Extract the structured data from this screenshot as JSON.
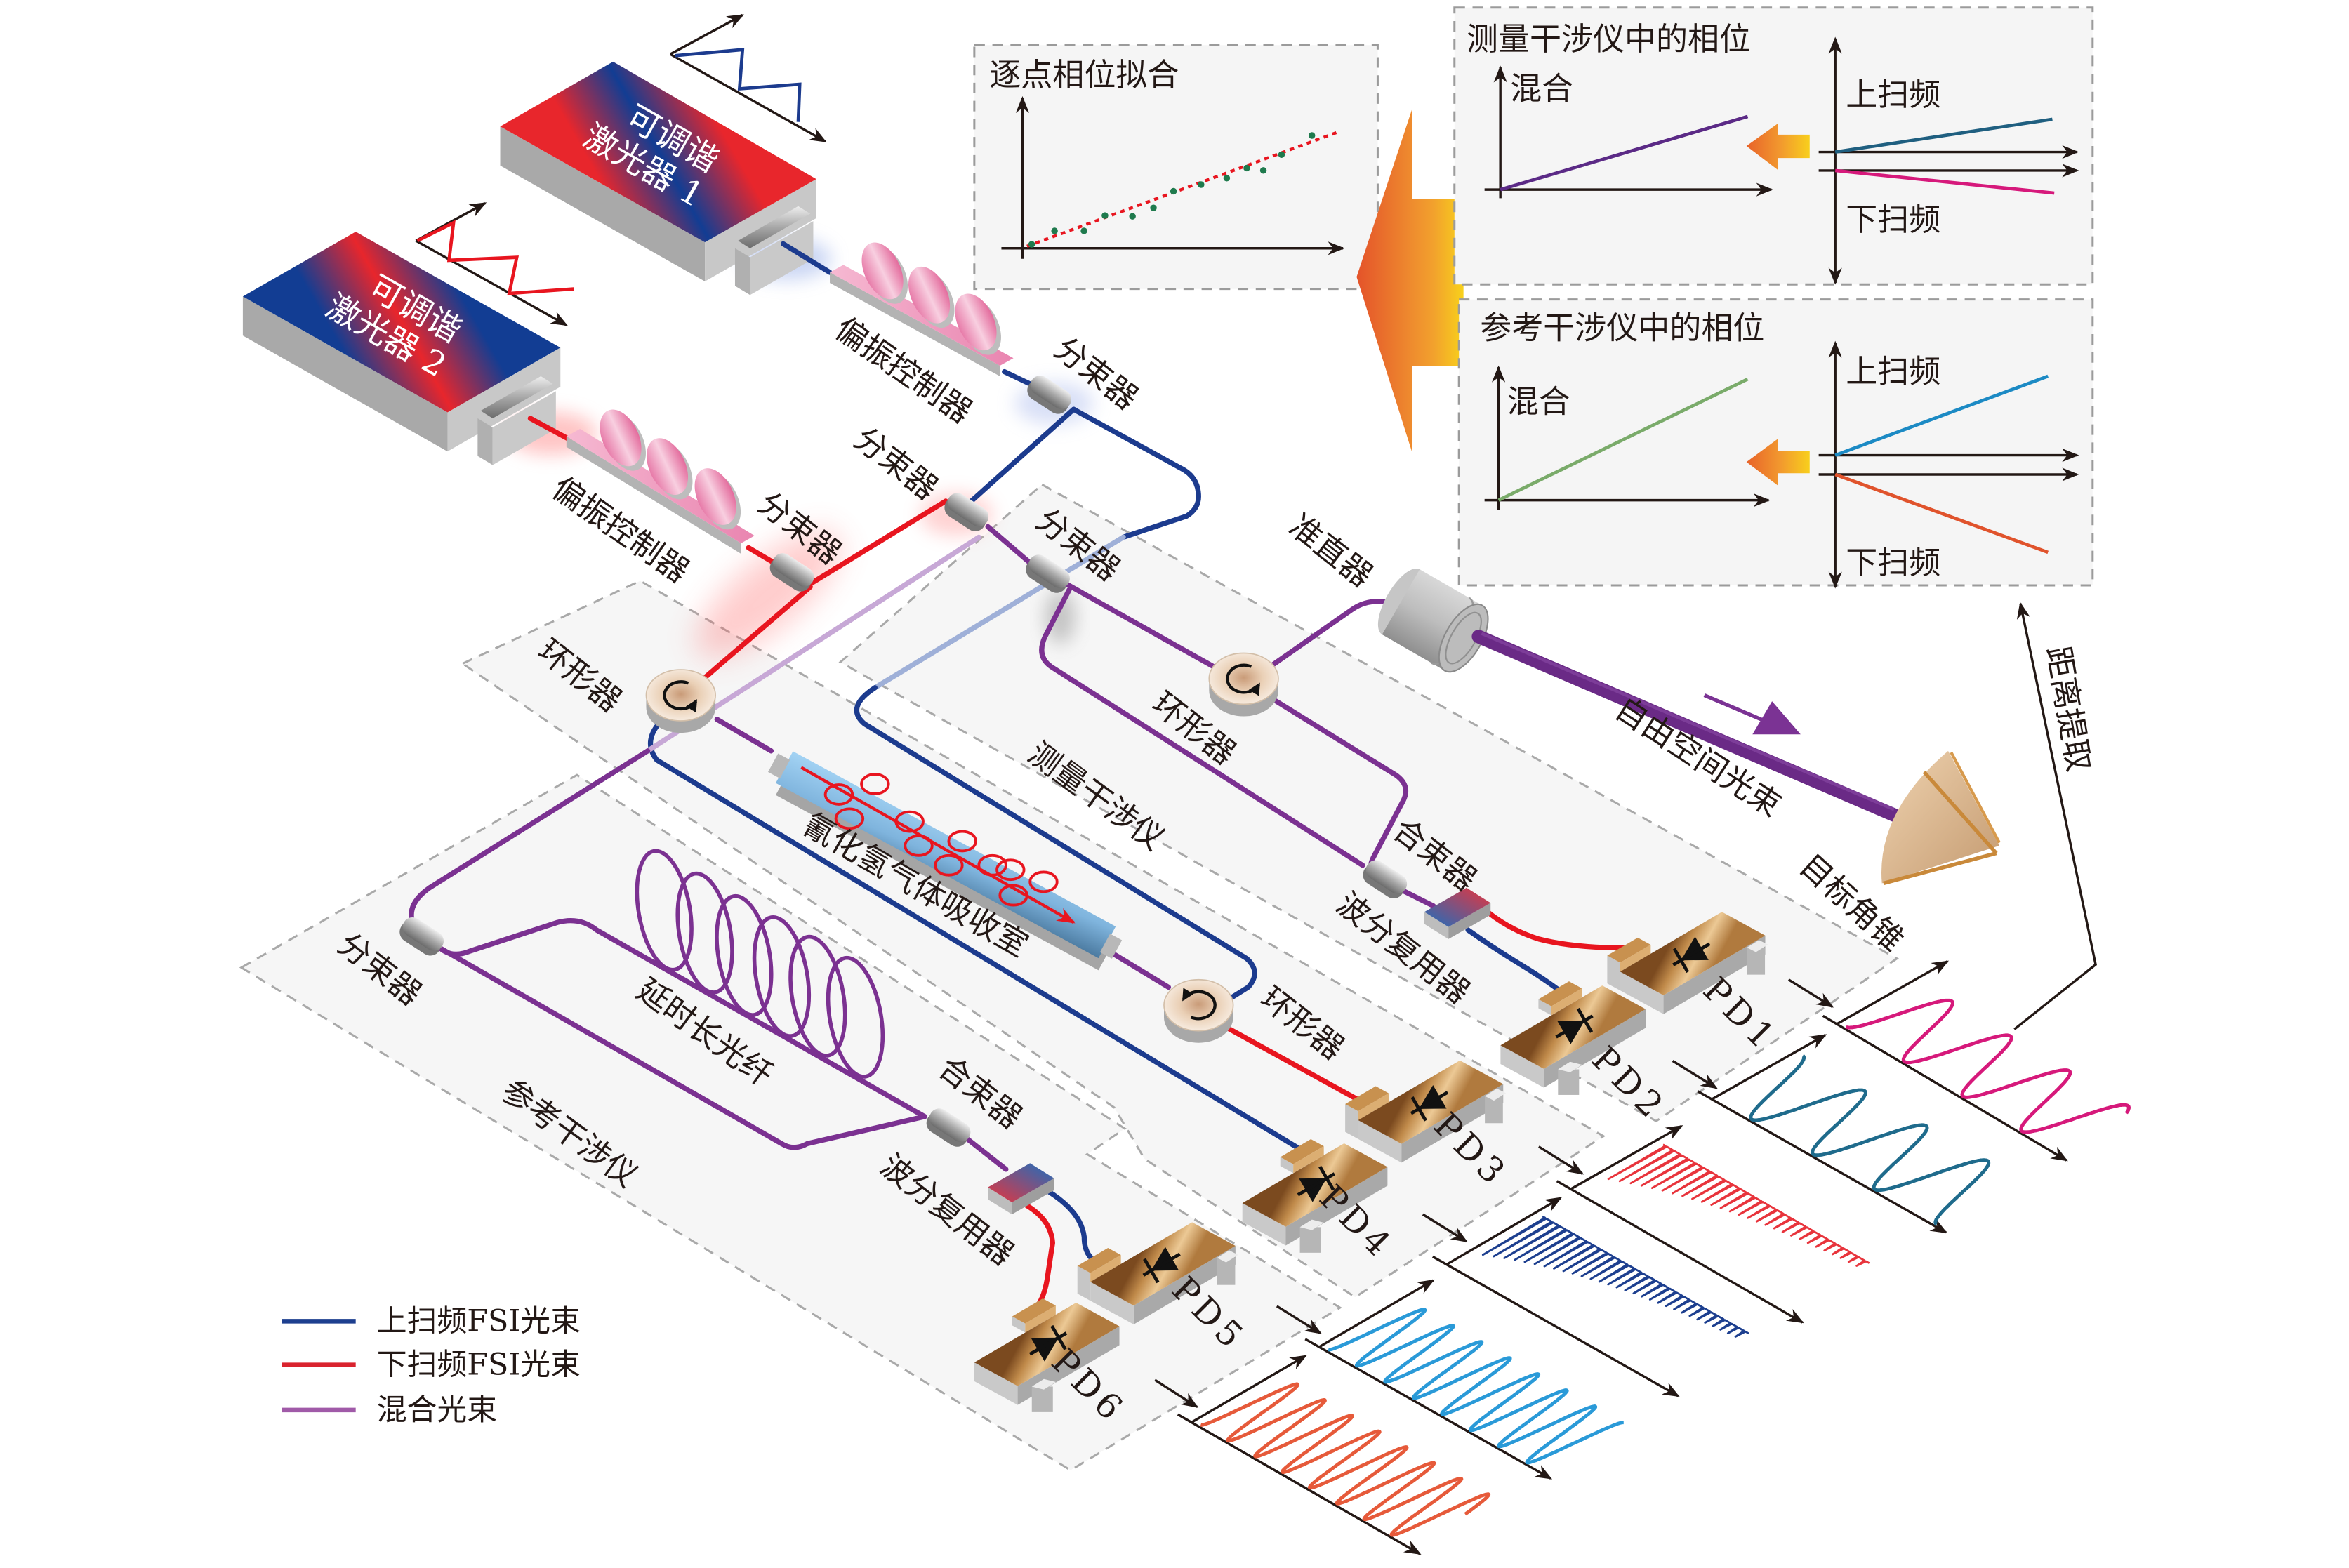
{
  "lasers": [
    {
      "line1": "可调谐",
      "line2": "激光器 1",
      "sweep": "up"
    },
    {
      "line1": "可调谐",
      "line2": "激光器 2",
      "sweep": "down"
    }
  ],
  "labels": {
    "polarization_controller_1": "偏振控制器",
    "polarization_controller_2": "偏振控制器",
    "splitter_1": "分束器",
    "splitter_2": "分束器",
    "splitter_3": "分束器",
    "splitter_4": "分束器",
    "splitter_ref": "分束器",
    "circulator_1": "环形器",
    "circulator_2": "环形器",
    "circulator_3": "环形器",
    "collimator": "准直器",
    "free_space_beam": "自由空间光束",
    "target": "目标角锥",
    "gas_cell": "氰化氢气体吸收室",
    "measurement_interferometer": "测量干涉仪",
    "reference_interferometer": "参考干涉仪",
    "delay_fiber": "延时长光纤",
    "combiner_meas": "合束器",
    "wdm_meas": "波分复用器",
    "combiner_ref": "合束器",
    "wdm_ref": "波分复用器",
    "distance_extraction": "距离提取"
  },
  "panels": {
    "fit": {
      "title": "逐点相位拟合",
      "point_color": "#1f7a4d",
      "line_color": "#e8151f",
      "fit_line": [
        [
          0.0,
          0.014
        ],
        [
          0.988,
          0.784
        ]
      ],
      "points": [
        [
          0.015,
          0.027
        ],
        [
          0.088,
          0.118
        ],
        [
          0.182,
          0.118
        ],
        [
          0.249,
          0.222
        ],
        [
          0.337,
          0.217
        ],
        [
          0.404,
          0.274
        ],
        [
          0.468,
          0.387
        ],
        [
          0.556,
          0.432
        ],
        [
          0.638,
          0.476
        ],
        [
          0.702,
          0.544
        ],
        [
          0.755,
          0.528
        ],
        [
          0.813,
          0.635
        ],
        [
          0.91,
          0.765
        ]
      ]
    },
    "measurement": {
      "title": "测量干涉仪中的相位",
      "mixed_label": "混合",
      "up_label": "上扫频",
      "down_label": "下扫频",
      "mixed": {
        "end": [
          0.913,
          0.6
        ],
        "color": "#5b2a86"
      },
      "up": {
        "end": [
          0.897,
          0.29
        ],
        "color": "#1f5f80"
      },
      "down": {
        "end": [
          0.905,
          0.2
        ],
        "color": "#d6197b"
      }
    },
    "reference": {
      "title": "参考干涉仪中的相位",
      "mixed_label": "混合",
      "up_label": "上扫频",
      "down_label": "下扫频",
      "mixed": {
        "end": [
          0.922,
          0.91
        ],
        "color": "#7aab6a"
      },
      "up": {
        "end": [
          0.879,
          0.7
        ],
        "color": "#1c8ac4"
      },
      "down": {
        "end": [
          0.879,
          0.69
        ],
        "color": "#e0532c"
      }
    }
  },
  "detectors": [
    {
      "label": "PD1",
      "signal": {
        "type": "sine",
        "cycles": 3.6,
        "amplitude": 0.69,
        "start": "trough",
        "color": "#d6197b"
      }
    },
    {
      "label": "PD2",
      "signal": {
        "type": "sine",
        "cycles": 3.5,
        "amplitude": 0.72,
        "start": "crest",
        "color": "#1f6b8c"
      }
    },
    {
      "label": "PD3",
      "signal": {
        "type": "absorption",
        "lines": 28,
        "baseline": 0.77,
        "max_depth": 0.52,
        "color": "#e8343c"
      }
    },
    {
      "label": "PD4",
      "signal": {
        "type": "absorption",
        "lines": 30,
        "baseline": 0.78,
        "max_depth": 0.55,
        "color": "#1d3f8f"
      }
    },
    {
      "label": "PD5",
      "signal": {
        "type": "sine",
        "cycles": 7.5,
        "amplitude": 0.72,
        "start": "trough",
        "color": "#2a9ad8"
      }
    },
    {
      "label": "PD6",
      "signal": {
        "type": "sine",
        "cycles": 7.7,
        "amplitude": 0.73,
        "start": "trough",
        "color": "#e65a3a"
      }
    }
  ],
  "legend": [
    {
      "label": "上扫频FSI光束",
      "color": "#1d3f8f"
    },
    {
      "label": "下扫频FSI光束",
      "color": "#d9232e"
    },
    {
      "label": "混合光束",
      "color": "#a05aa8"
    }
  ],
  "colors": {
    "up_sweep": "#1c3b8e",
    "up_sweep_faded": "#9fb0d8",
    "down_sweep": "#e8151f",
    "mixed": "#7b3191",
    "mixed_faded": "#c7a8d6",
    "free_space": "#6a2a86"
  }
}
